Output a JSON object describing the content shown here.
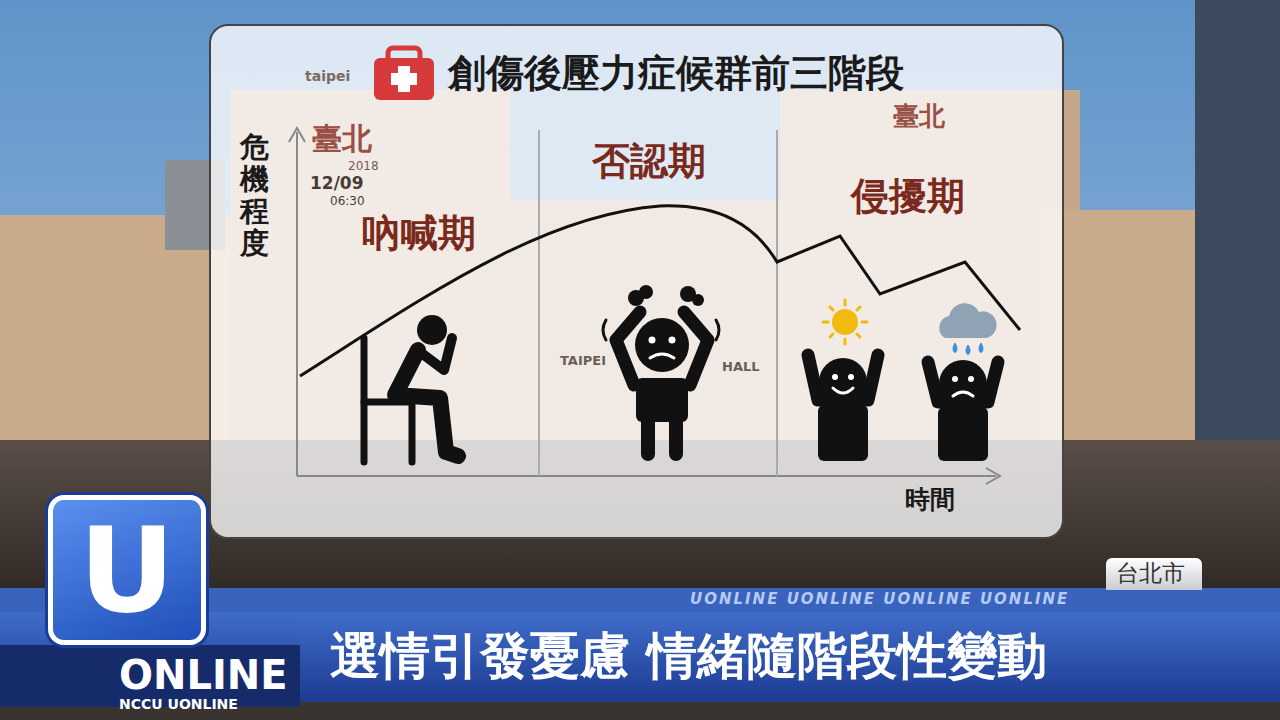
{
  "diagram": {
    "title": "創傷後壓力症候群前三階段",
    "nodes": [
      {
        "text": [
          "U",
          "ONLINE",
          "NCCU UONLINE"
        ]
      },
      {
        "text": [
          "選情引發憂慮 情緒隨階段性變動"
        ]
      },
      {
        "text": [
          "台北市"
        ]
      }
    ],
    "labels": [
      "危機程度",
      "吶喊期",
      "否認期",
      "侵擾期",
      "時間",
      "UONLINE UONLINE UONLINE UONLINE",
      "taipei",
      "臺北",
      "2018",
      "12/09",
      "06:30",
      "臺北",
      "TAIPEI",
      "HALL"
    ]
  }
}
